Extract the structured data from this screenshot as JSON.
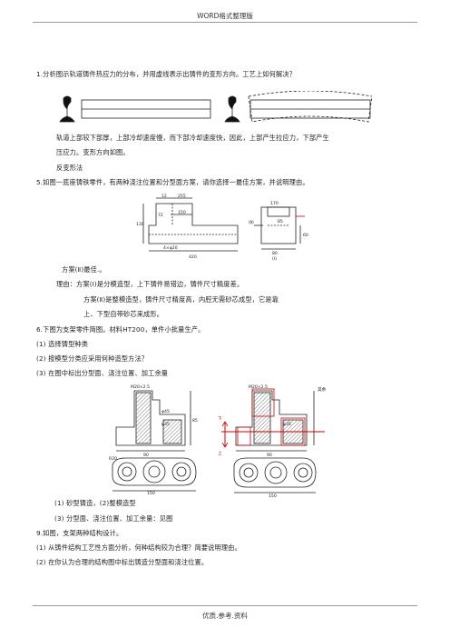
{
  "header": {
    "title": "WORD格式整理版"
  },
  "footer": {
    "text": "优质.参考.资料"
  },
  "q1": {
    "question": "1.分析图示轨道铸件热应力的分布，并用虚线表示出铸件的变形方向。工艺上如何解决？",
    "answer_line1": "轨道上部较下部厚，上部冷却速度慢，而下部冷却速度快，因此，上部产生拉应力，下部产生",
    "answer_line2": "压应力。变形方向如图。",
    "answer_line3": "反变形法"
  },
  "q5": {
    "question": "5.如图一底座铸铁零件，有两种浇注位置和分型面方案，请你选择一最佳方案，并说明理由。",
    "figure_labels": [
      "12",
      "255",
      "150",
      "130",
      "72",
      "4×φ20",
      "420",
      "170",
      "(Ⅱ)",
      "85",
      "60",
      "(Ⅰ)",
      "80"
    ],
    "answer": "方案(Ⅱ)最佳.。",
    "reason1": "理由：方案(Ⅰ)是分模造型，上下铸件易错边，铸件尺寸精度差。",
    "reason2": "方案(Ⅱ)是整模造型，铸件尺寸精度高，内腔无需砂芯成型，它是靠",
    "reason3": "上、下型自带砂芯来成形。"
  },
  "q6": {
    "question": "6.下图为支架零件简图。材料HT200，单件小批量生产。",
    "sub1": "(1) 选择铸型种类",
    "sub2": "(2) 按模型分类应采用何种造型方法？",
    "sub3": "(3) 在图中标出分型面、浇注位置、加工余量",
    "figure_labels": [
      "M20×2.5",
      "φ45",
      "φ35",
      "90",
      "R20",
      "150",
      "85",
      "上",
      "下",
      "其余"
    ],
    "ans1": "(1) 砂型铸造，(2)整模造型",
    "ans2": "(3) 分型面、浇注位置、加工余量：见图"
  },
  "q9": {
    "question": "9.如图，支架两种结构设计。",
    "sub1": "(1) 从铸件结构工艺性方面分析，何种结构较为合理？简要说明理由。",
    "sub2": "(2) 在你认为合理的结构图中标出铸造分型面和浇注位置。"
  }
}
